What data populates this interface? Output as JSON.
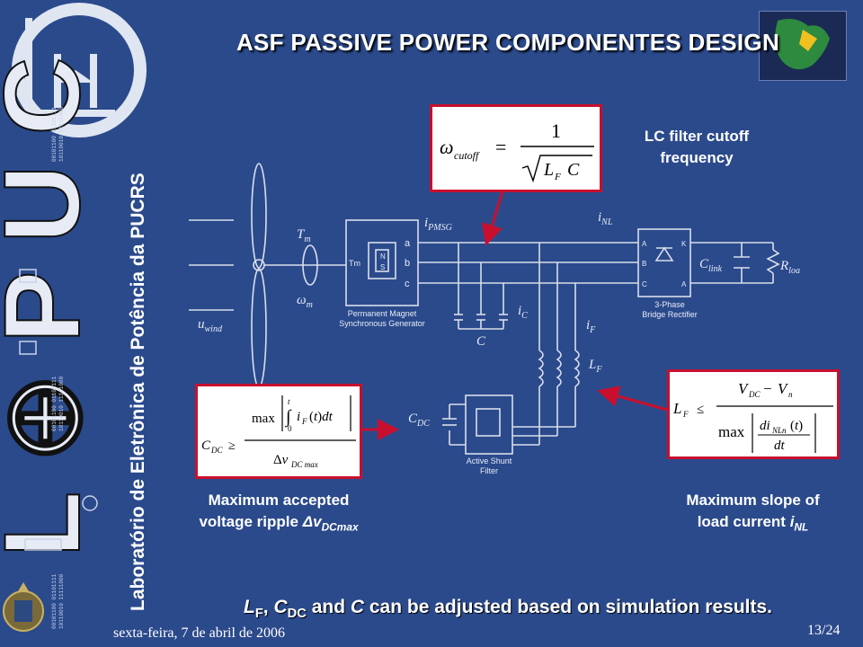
{
  "slide": {
    "title": "ASF PASSIVE POWER COMPONENTES DESIGN",
    "lab_name": "Laboratório de Eletrônica de Potência da PUCRS",
    "logo_letters": "L P U C",
    "logo_symbol": "⊕",
    "footer_date": "sexta-feira, 7 de abril de 2006",
    "page_number": "13/24"
  },
  "captions": {
    "cutoff_line1": "LC filter cutoff",
    "cutoff_line2": "frequency",
    "ripple_line1": "Maximum accepted",
    "ripple_line2": "voltage ripple",
    "ripple_symbol": "Δv",
    "ripple_sub": "DCmax",
    "slope_line1": "Maximum slope of",
    "slope_line2": "load current",
    "slope_symbol": "i",
    "slope_sub": "NL"
  },
  "conclusion": {
    "lf": "L",
    "lf_sub": "F",
    "sep1": ", ",
    "cdc": "C",
    "cdc_sub": "DC",
    "middle": " and ",
    "c": "C",
    "rest": " can be adjusted based on simulation results."
  },
  "circuit_labels": {
    "tm": "T",
    "tm_sub": "m",
    "omega": "ω",
    "omega_sub": "m",
    "uwind": "u",
    "uwind_sub": "wind",
    "ipmsg": "i",
    "ipmsg_sub": "PMSG",
    "inl": "i",
    "inl_sub": "NL",
    "ic": "i",
    "ic_sub": "C",
    "if": "i",
    "if_sub": "F",
    "lf": "L",
    "lf_sub": "F",
    "c": "C",
    "cdc": "C",
    "cdc_sub": "DC",
    "clink": "C",
    "clink_sub": "link",
    "rload": "R",
    "rload_sub": "load",
    "gen_a": "a",
    "gen_b": "b",
    "gen_c": "c",
    "gen_tm": "Tm",
    "gen_n": "N",
    "gen_s": "S",
    "pmsg_line1": "Permanent Magnet",
    "pmsg_line2": "Synchronous Generator",
    "rect_a": "A",
    "rect_b": "B",
    "rect_c": "C",
    "rect_k": "K",
    "rect_a2": "A",
    "rect_line1": "3-Phase",
    "rect_line2": "Bridge Rectifier",
    "asf_line1": "Active Shunt",
    "asf_line2": "Filter"
  },
  "colors": {
    "background": "#2b4a8c",
    "accent_red": "#c8102e",
    "formula_bg": "#ffffff"
  },
  "sidebar_binary": [
    "00101100",
    "01101111",
    "10110010",
    "11111000",
    "00101100",
    "01101111",
    "10110010",
    "11111000"
  ]
}
